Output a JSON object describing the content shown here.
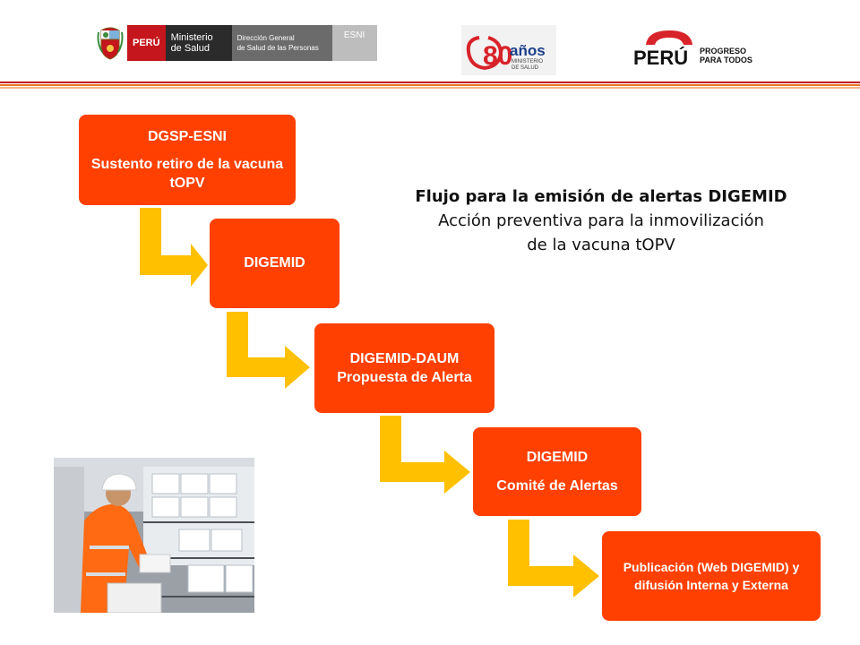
{
  "header": {
    "peru": "PERÚ",
    "ministerio": [
      "Ministerio",
      "de Salud"
    ],
    "direccion": [
      "Dirección General",
      "de Salud de las Personas"
    ],
    "esni": "ESNI",
    "anniversary": {
      "number": "80",
      "word": "años",
      "sub": "MINISTERIO",
      "sub2": "DE SALUD"
    },
    "peru_brand": {
      "name": "PERÚ",
      "slogan": [
        "PROGRESO",
        "PARA TODOS"
      ]
    }
  },
  "title": {
    "line1": "Flujo para la emisión de alertas DIGEMID",
    "line2": "Acción preventiva para la inmovilización",
    "line3": "de la vacuna tOPV"
  },
  "flow": [
    {
      "title": "DGSP-ESNI",
      "body": "Sustento retiro de la vacuna tOPV"
    },
    {
      "title": "DIGEMID",
      "body": ""
    },
    {
      "title": "DIGEMID-DAUM",
      "body": "Propuesta de Alerta"
    },
    {
      "title": "DIGEMID",
      "body": "Comité de Alertas"
    },
    {
      "title": "",
      "body": "Publicación (Web DIGEMID) y difusión Interna y Externa"
    }
  ],
  "colors": {
    "box": "#ff4000",
    "arrow": "#ffc000",
    "stripe_red": "#c4161c",
    "stripe_orange": "#e8742b"
  },
  "icons": {
    "coat_of_arms": "peru-coat-of-arms-icon",
    "photo": "warehouse-worker-photo"
  }
}
